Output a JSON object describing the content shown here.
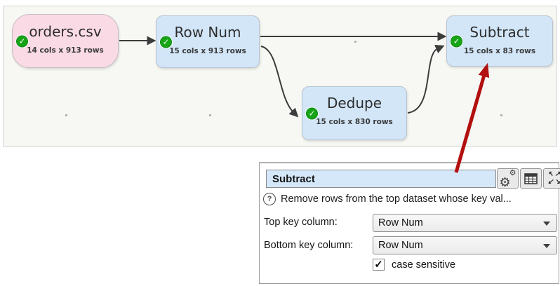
{
  "canvas": {
    "nodes": [
      {
        "title": "orders.csv",
        "info": "14 cols x 913 rows",
        "status_icon": "green-check",
        "kind": "source"
      },
      {
        "title": "Row Num",
        "info": "15 cols x 913 rows",
        "status_icon": "green-check",
        "kind": "transform"
      },
      {
        "title": "Dedupe",
        "info": "15 cols x 830 rows",
        "status_icon": "green-check",
        "kind": "transform"
      },
      {
        "title": "Subtract",
        "info": "15 cols x 83 rows",
        "status_icon": "green-check",
        "kind": "transform"
      }
    ],
    "edges": [
      {
        "from": "orders.csv",
        "to": "Row Num"
      },
      {
        "from": "Row Num",
        "to": "Subtract"
      },
      {
        "from": "Row Num",
        "to": "Dedupe"
      },
      {
        "from": "Dedupe",
        "to": "Subtract"
      }
    ],
    "annotation": {
      "type": "red-arrow",
      "points_to": "Subtract"
    }
  },
  "panel": {
    "title_value": "Subtract",
    "toolbar_icons": [
      "gears-icon",
      "table-icon",
      "expand-icon"
    ],
    "help_icon": "question-circle-icon",
    "help_text": "Remove rows from the top dataset whose key val...",
    "fields": [
      {
        "label": "Top key column:",
        "value": "Row Num"
      },
      {
        "label": "Bottom key column:",
        "value": "Row Num"
      }
    ],
    "checkbox": {
      "label": "case sensitive",
      "checked": true
    }
  },
  "colors": {
    "source_node": "#fadbe5",
    "transform_node": "#d2e6f8",
    "status_ok": "#17a517",
    "edge": "#3c3c3c",
    "annotation_arrow": "#b20f0f",
    "title_input_bg": "#d4e8fa",
    "canvas_bg": "#f7f7f4"
  }
}
